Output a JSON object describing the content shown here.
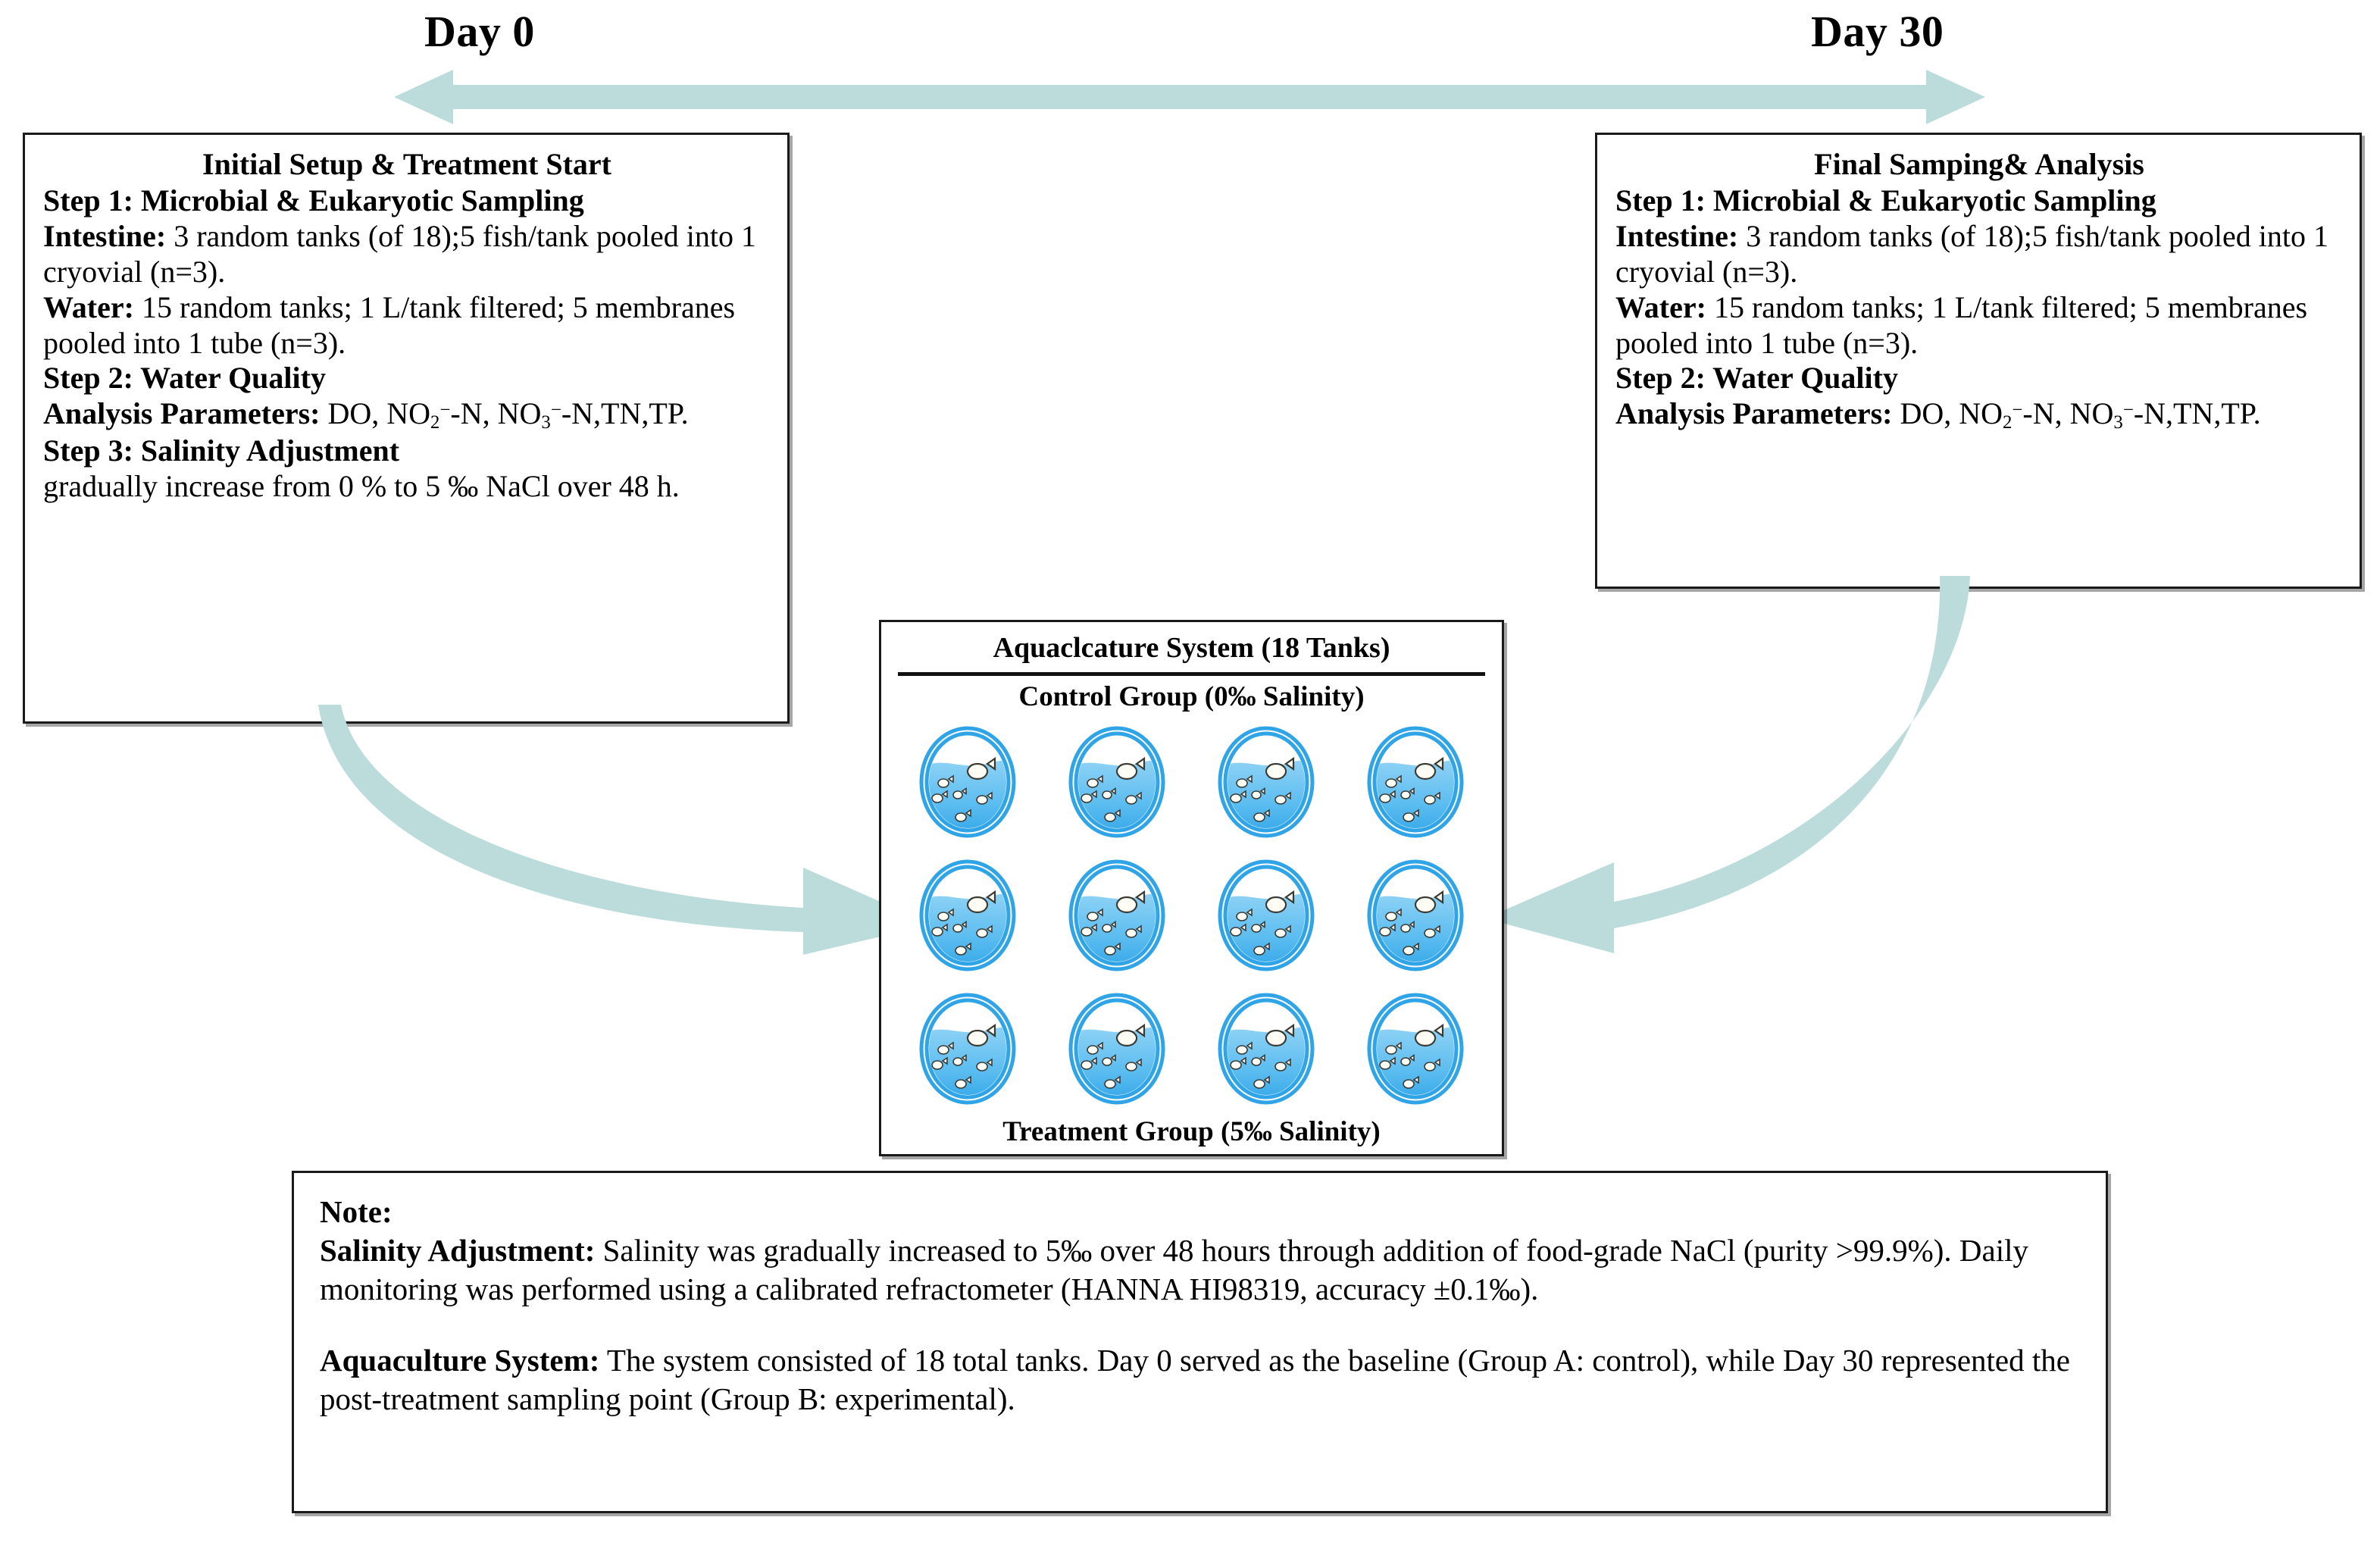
{
  "timeline": {
    "start_label": "Day 0",
    "end_label": "Day 30",
    "arrow_color": "#bcdcdc",
    "arrow_name": "double-headed-timeline-arrow"
  },
  "left_panel": {
    "title": "Initial Setup & Treatment Start",
    "step1_heading": "Step 1: Microbial & Eukaryotic Sampling",
    "intestine_label": "Intestine:",
    "intestine_text": " 3 random tanks (of 18);5 fish/tank pooled into 1 cryovial (n=3).",
    "water_label": "Water:",
    "water_text": " 15 random tanks; 1 L/tank filtered; 5 membranes pooled into 1 tube (n=3).",
    "step2_heading": "Step 2: Water Quality",
    "analysis_label": "Analysis Parameters:",
    "analysis_text_a": " DO, NO",
    "analysis_sub_2": "2",
    "analysis_sup_minus_a": "−",
    "analysis_text_b": "-N, NO",
    "analysis_sub_3": "3",
    "analysis_sup_minus_b": "−",
    "analysis_text_c": "-N,TN,TP.",
    "step3_heading": "Step 3: Salinity Adjustment",
    "step3_text": "gradually increase from 0 % to 5 ‰ NaCl over 48 h."
  },
  "right_panel": {
    "title": "Final Samping& Analysis",
    "step1_heading": "Step 1: Microbial & Eukaryotic Sampling",
    "intestine_label": "Intestine:",
    "intestine_text": " 3 random tanks (of 18);5 fish/tank pooled into 1 cryovial (n=3).",
    "water_label": "Water:",
    "water_text": " 15 random tanks; 1 L/tank filtered; 5 membranes pooled into 1 tube (n=3).",
    "step2_heading": "Step 2: Water Quality",
    "analysis_label": "Analysis Parameters:",
    "analysis_text_a": " DO, NO",
    "analysis_sub_2": "2",
    "analysis_sup_minus_a": "−",
    "analysis_text_b": "-N, NO",
    "analysis_sub_3": "3",
    "analysis_sup_minus_b": "−",
    "analysis_text_c": "-N,TN,TP."
  },
  "aquaculture": {
    "title": "Aquaclcature System (18 Tanks)",
    "control_group_label": "Control Group (0‰ Salinity)",
    "treatment_group_label": "Treatment Group (5‰ Salinity)",
    "rows": 3,
    "columns": 4,
    "total_tanks": 18,
    "tank_water_color": "#4fb3ec",
    "tank_rim_color": "#1e9be0"
  },
  "note_panel": {
    "heading": "Note:",
    "salinity_label": "Salinity Adjustment:",
    "salinity_text": " Salinity was gradually increased to 5‰ over 48 hours through addition of food-grade NaCl (purity >99.9%). Daily monitoring was performed using a calibrated refractometer (HANNA HI98319, accuracy ±0.1‰).",
    "aquaculture_label": "Aquaculture System:",
    "aquaculture_text": " The system consisted of 18 total tanks. Day 0 served as the baseline (Group A: control), while Day 30 represented the post-treatment sampling point (Group B: experimental)."
  },
  "arrows": {
    "left_curve_name": "curved-arrow-day0-to-system",
    "right_curve_name": "curved-arrow-day30-to-system",
    "color": "#bcdcdc"
  }
}
